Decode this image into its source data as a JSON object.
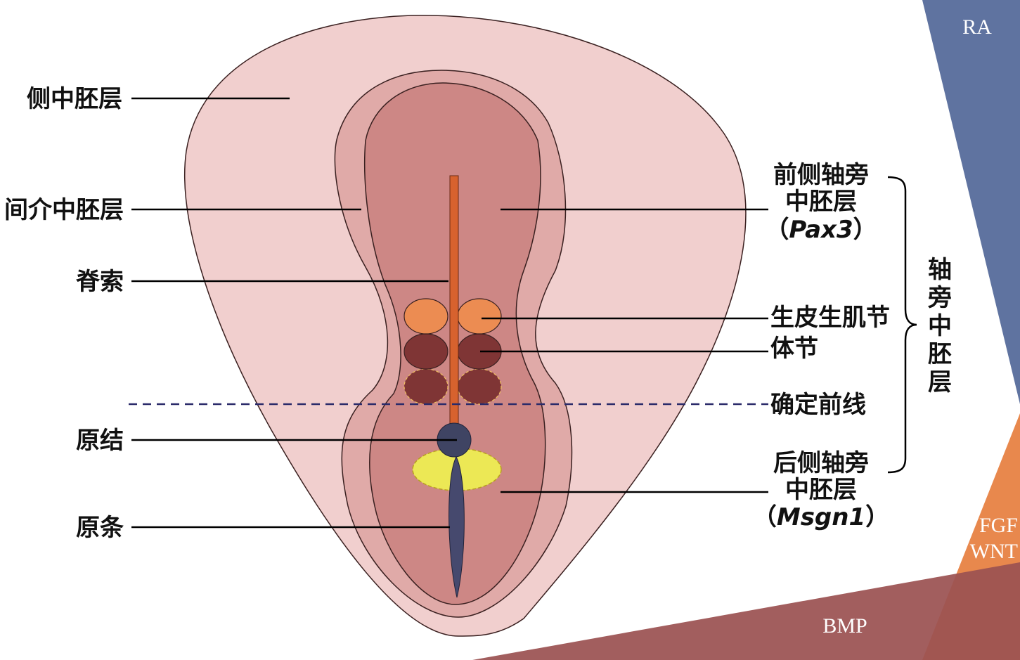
{
  "labels": {
    "lateral_mesoderm": "侧中胚层",
    "intermediate_mesoderm": "间介中胚层",
    "notochord": "脊索",
    "node": "原结",
    "primitive_streak": "原条",
    "anterior_paraxial_line1": "前侧轴旁",
    "anterior_paraxial_line2": "中胚层",
    "anterior_paraxial_open": "（",
    "anterior_paraxial_gene": "Pax3",
    "anterior_paraxial_close": "）",
    "dermomyotome": "生皮生肌节",
    "somite": "体节",
    "determination_front": "确定前线",
    "posterior_paraxial_line1": "后侧轴旁",
    "posterior_paraxial_line2": "中胚层",
    "posterior_paraxial_open": "（",
    "posterior_paraxial_gene": "Msgn1",
    "posterior_paraxial_close": "）",
    "paraxial_bracket_chars": [
      "轴",
      "旁",
      "中",
      "胚",
      "层"
    ]
  },
  "gradients": {
    "ra": {
      "label": "RA",
      "color": "#5f73a0"
    },
    "fgf": {
      "label": "FGF",
      "color": "#e8884d"
    },
    "wnt": {
      "label": "WNT",
      "color": "#e8884d"
    },
    "bmp": {
      "label": "BMP",
      "color": "#9b5252"
    }
  },
  "colors": {
    "lateral": "#f1cfce",
    "intermediate": "#e0aaa8",
    "paraxial": "#cd8785",
    "notochord": "#d7622e",
    "somite_dark": "#7f3535",
    "dermomyotome": "#ec8c52",
    "node": "#3f4463",
    "streak": "#46496e",
    "yellow": "#ece855",
    "front_line": "#2b2b6a"
  }
}
